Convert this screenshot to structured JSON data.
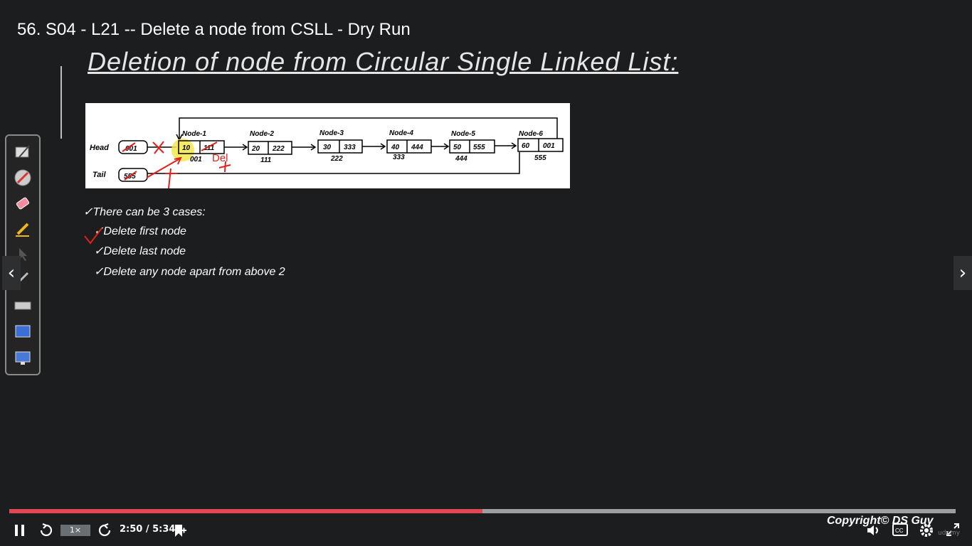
{
  "video": {
    "title": "56. S04 - L21 -- Delete a node from CSLL - Dry Run"
  },
  "slide": {
    "heading": "Deletion of node from Circular Single Linked List:",
    "diagram": {
      "head_label": "Head",
      "tail_label": "Tail",
      "head_value": "001",
      "tail_value": "555",
      "nodes": [
        {
          "name": "Node-1",
          "data": "10",
          "next": "111",
          "address": "001"
        },
        {
          "name": "Node-2",
          "data": "20",
          "next": "222",
          "address": "111"
        },
        {
          "name": "Node-3",
          "data": "30",
          "next": "333",
          "address": "222"
        },
        {
          "name": "Node-4",
          "data": "40",
          "next": "444",
          "address": "333"
        },
        {
          "name": "Node-5",
          "data": "50",
          "next": "555",
          "address": "444"
        },
        {
          "name": "Node-6",
          "data": "60",
          "next": "001",
          "address": "555"
        }
      ],
      "annotation": "Del"
    },
    "bullets": {
      "intro": "There can be 3 cases:",
      "cases": [
        "Delete first node",
        "Delete last node",
        "Delete any node apart from above 2"
      ]
    }
  },
  "toolbar": {
    "tools": [
      "pen-tool-icon",
      "marker-icon",
      "eraser-icon",
      "highlighter-icon",
      "pointer-icon",
      "brush-icon",
      "keyboard-icon",
      "screen-icon",
      "monitor-icon"
    ]
  },
  "player": {
    "progress": 0.5,
    "speed": "1×",
    "time": "2:50 / 5:34",
    "copyright": "Copyright© DS Guy",
    "watermark": "udemy",
    "colors": {
      "progress": "#e0474e",
      "track": "#9da0a3",
      "background": "#1c1d1f"
    }
  }
}
